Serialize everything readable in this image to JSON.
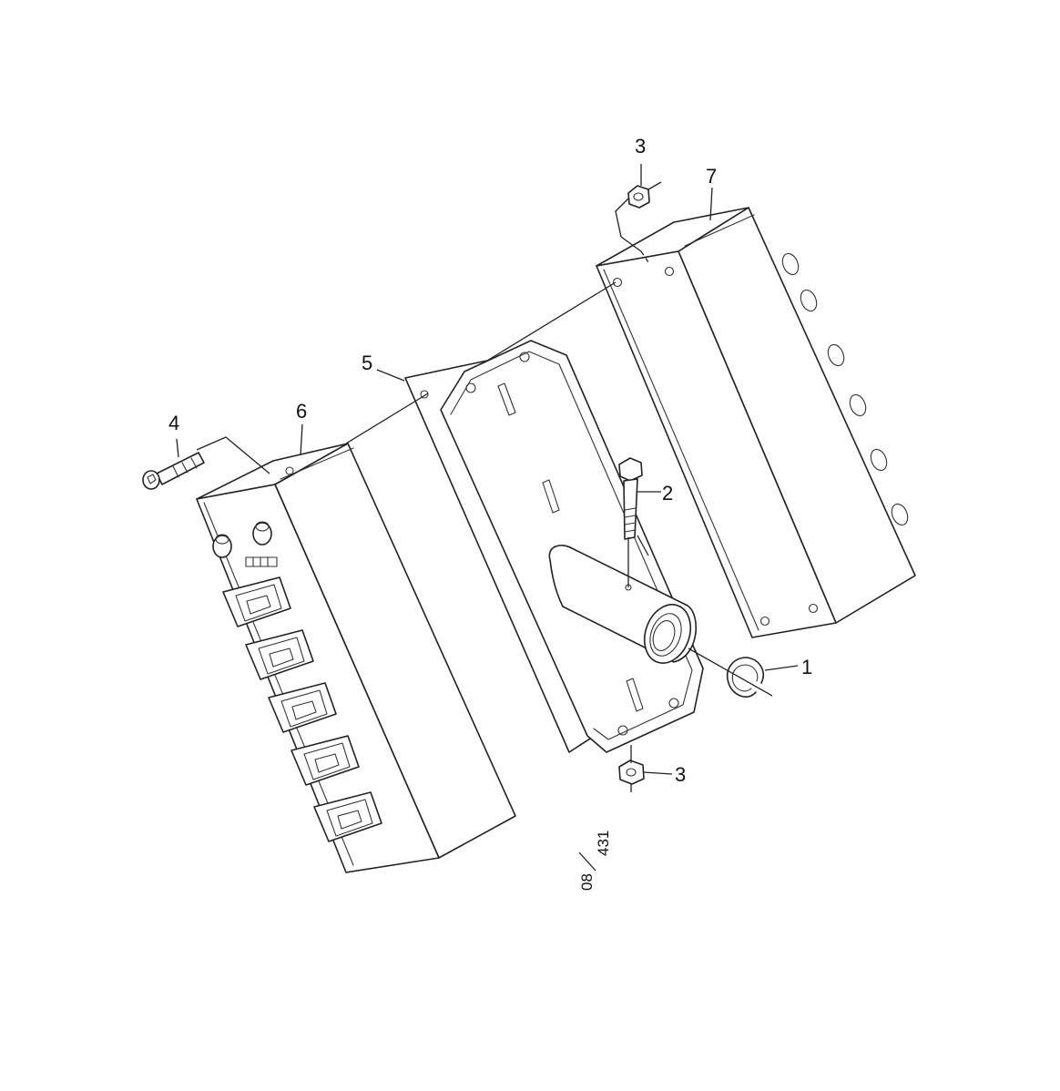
{
  "callouts": {
    "part_1": "1",
    "part_2": "2",
    "part_3_top": "3",
    "part_3_bottom": "3",
    "part_4": "4",
    "part_5": "5",
    "part_6": "6",
    "part_7": "7"
  },
  "drawing_code": {
    "numerator": "08",
    "denominator": "431"
  }
}
